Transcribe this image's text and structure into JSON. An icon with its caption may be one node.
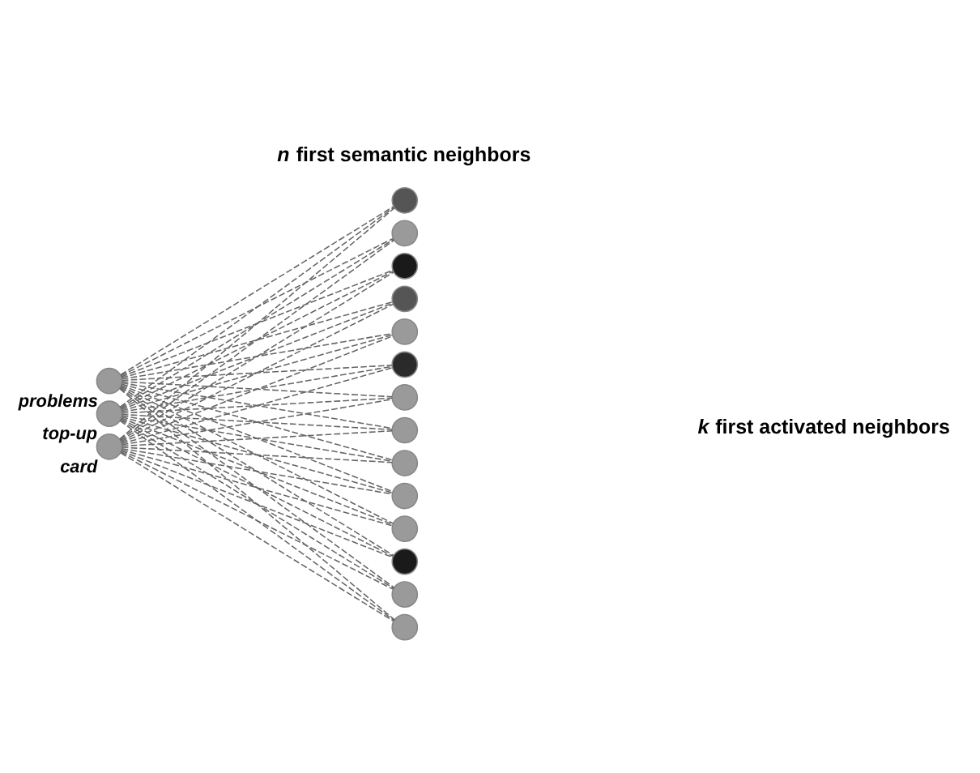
{
  "diagram": {
    "nodes": [
      {
        "text": [],
        "shape": "circle",
        "beside": [
          "problems"
        ]
      },
      {
        "text": [],
        "shape": "circle",
        "beside": [
          "top-up"
        ]
      },
      {
        "text": [],
        "shape": "circle",
        "beside": [
          "card"
        ]
      },
      {
        "text": [],
        "shape": "circle"
      },
      {
        "text": [],
        "shape": "circle"
      },
      {
        "text": [],
        "shape": "circle"
      },
      {
        "text": [],
        "shape": "circle"
      },
      {
        "text": [],
        "shape": "circle"
      },
      {
        "text": [],
        "shape": "circle"
      },
      {
        "text": [],
        "shape": "circle"
      },
      {
        "text": [],
        "shape": "circle"
      },
      {
        "text": [],
        "shape": "circle"
      },
      {
        "text": [],
        "shape": "circle"
      },
      {
        "text": [],
        "shape": "circle"
      },
      {
        "text": [],
        "shape": "circle"
      },
      {
        "text": [],
        "shape": "circle"
      },
      {
        "text": [],
        "shape": "circle"
      }
    ],
    "edges": [
      {
        "from": 0,
        "to": 3,
        "arrow": "none",
        "style": "dashed"
      },
      {
        "from": 0,
        "to": 4,
        "arrow": "none",
        "style": "dashed"
      },
      {
        "from": 0,
        "to": 5,
        "arrow": "none",
        "style": "dashed"
      },
      {
        "from": 0,
        "to": 6,
        "arrow": "none",
        "style": "dashed"
      },
      {
        "from": 0,
        "to": 7,
        "arrow": "none",
        "style": "dashed"
      },
      {
        "from": 0,
        "to": 8,
        "arrow": "none",
        "style": "dashed"
      },
      {
        "from": 0,
        "to": 9,
        "arrow": "none",
        "style": "dashed"
      },
      {
        "from": 0,
        "to": 10,
        "arrow": "none",
        "style": "dashed"
      },
      {
        "from": 0,
        "to": 11,
        "arrow": "none",
        "style": "dashed"
      },
      {
        "from": 0,
        "to": 12,
        "arrow": "none",
        "style": "dashed"
      },
      {
        "from": 0,
        "to": 13,
        "arrow": "none",
        "style": "dashed"
      },
      {
        "from": 0,
        "to": 14,
        "arrow": "none",
        "style": "dashed"
      },
      {
        "from": 0,
        "to": 15,
        "arrow": "none",
        "style": "dashed"
      },
      {
        "from": 0,
        "to": 16,
        "arrow": "none",
        "style": "dashed"
      },
      {
        "from": 1,
        "to": 3,
        "arrow": "none",
        "style": "dashed"
      },
      {
        "from": 1,
        "to": 4,
        "arrow": "none",
        "style": "dashed"
      },
      {
        "from": 1,
        "to": 5,
        "arrow": "none",
        "style": "dashed"
      },
      {
        "from": 1,
        "to": 6,
        "arrow": "none",
        "style": "dashed"
      },
      {
        "from": 1,
        "to": 7,
        "arrow": "none",
        "style": "dashed"
      },
      {
        "from": 1,
        "to": 8,
        "arrow": "none",
        "style": "dashed"
      },
      {
        "from": 1,
        "to": 9,
        "arrow": "none",
        "style": "dashed"
      },
      {
        "from": 1,
        "to": 10,
        "arrow": "none",
        "style": "dashed"
      },
      {
        "from": 1,
        "to": 11,
        "arrow": "none",
        "style": "dashed"
      },
      {
        "from": 1,
        "to": 12,
        "arrow": "none",
        "style": "dashed"
      },
      {
        "from": 1,
        "to": 13,
        "arrow": "none",
        "style": "dashed"
      },
      {
        "from": 1,
        "to": 14,
        "arrow": "none",
        "style": "dashed"
      },
      {
        "from": 1,
        "to": 15,
        "arrow": "none",
        "style": "dashed"
      },
      {
        "from": 1,
        "to": 16,
        "arrow": "none",
        "style": "dashed"
      },
      {
        "from": 2,
        "to": 3,
        "arrow": "none",
        "style": "dashed"
      },
      {
        "from": 2,
        "to": 4,
        "arrow": "none",
        "style": "dashed"
      },
      {
        "from": 2,
        "to": 5,
        "arrow": "none",
        "style": "dashed"
      },
      {
        "from": 2,
        "to": 6,
        "arrow": "none",
        "style": "dashed"
      },
      {
        "from": 2,
        "to": 7,
        "arrow": "none",
        "style": "dashed"
      },
      {
        "from": 2,
        "to": 8,
        "arrow": "none",
        "style": "dashed"
      },
      {
        "from": 2,
        "to": 9,
        "arrow": "none",
        "style": "dashed"
      },
      {
        "from": 2,
        "to": 10,
        "arrow": "none",
        "style": "dashed"
      },
      {
        "from": 2,
        "to": 11,
        "arrow": "none",
        "style": "dashed"
      },
      {
        "from": 2,
        "to": 12,
        "arrow": "none",
        "style": "dashed"
      },
      {
        "from": 2,
        "to": 13,
        "arrow": "none",
        "style": "dashed"
      },
      {
        "from": 2,
        "to": 14,
        "arrow": "none",
        "style": "dashed"
      },
      {
        "from": 2,
        "to": 15,
        "arrow": "none",
        "style": "dashed"
      },
      {
        "from": 2,
        "to": 16,
        "arrow": "none",
        "style": "dashed"
      }
    ],
    "labels": [
      "*n* first semantic neighbors",
      "*k* first activated neighbors"
    ]
  }
}
